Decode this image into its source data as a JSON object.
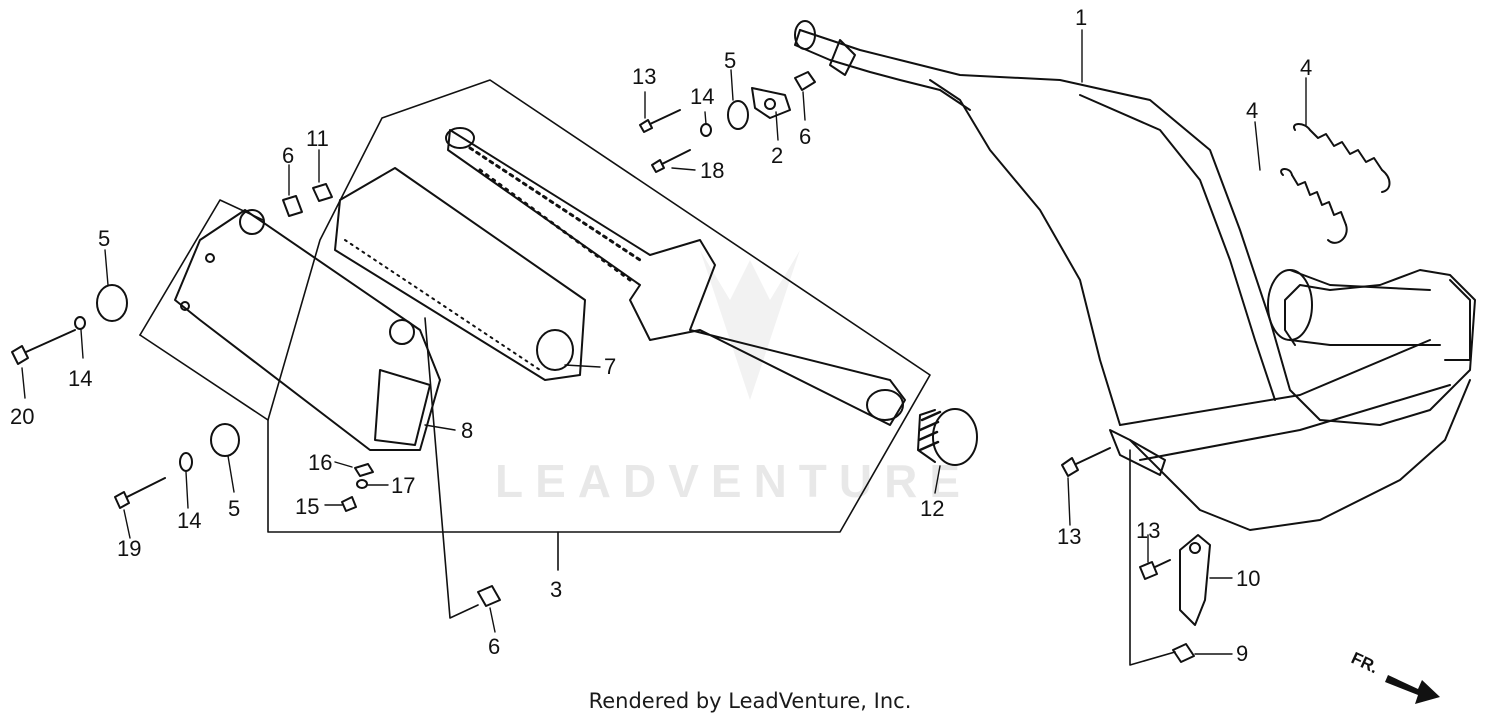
{
  "diagram": {
    "watermark": "LEADVENTURE",
    "credit": "Rendered by LeadVenture, Inc.",
    "direction_label": "FR.",
    "callouts": {
      "c1": "1",
      "c2": "2",
      "c3": "3",
      "c4a": "4",
      "c4b": "4",
      "c5a": "5",
      "c5b": "5",
      "c5c": "5",
      "c6a": "6",
      "c6b": "6",
      "c6c": "6",
      "c7": "7",
      "c8": "8",
      "c9": "9",
      "c10": "10",
      "c11": "11",
      "c12": "12",
      "c13a": "13",
      "c13b": "13",
      "c13c": "13",
      "c14a": "14",
      "c14b": "14",
      "c14c": "14",
      "c15": "15",
      "c16": "16",
      "c17": "17",
      "c18": "18",
      "c19": "19",
      "c20": "20"
    }
  }
}
